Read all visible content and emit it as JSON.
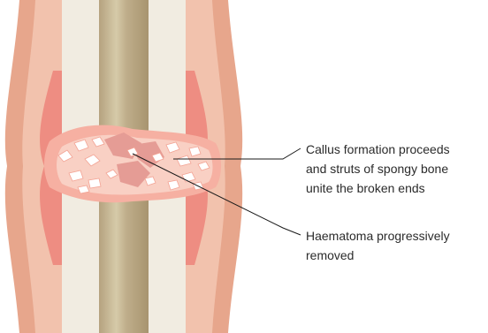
{
  "labels": {
    "callus": [
      "Callus formation proceeds",
      "and struts of spongy bone",
      "unite the broken ends"
    ],
    "haematoma": [
      "Haematoma progressively",
      "removed"
    ]
  },
  "colors": {
    "skin_outer": "#e9a98f",
    "skin_inner": "#f3c2ad",
    "periosteum": "#f08a7f",
    "cortical_bone": "#f1ece1",
    "marrow": "#c7b89a",
    "callus": "#f7a999",
    "callus_fill": "#f9d2c6",
    "spongy": "#ffffff",
    "haematoma": "#e9a7a0",
    "leader": "#1a1a1a"
  }
}
